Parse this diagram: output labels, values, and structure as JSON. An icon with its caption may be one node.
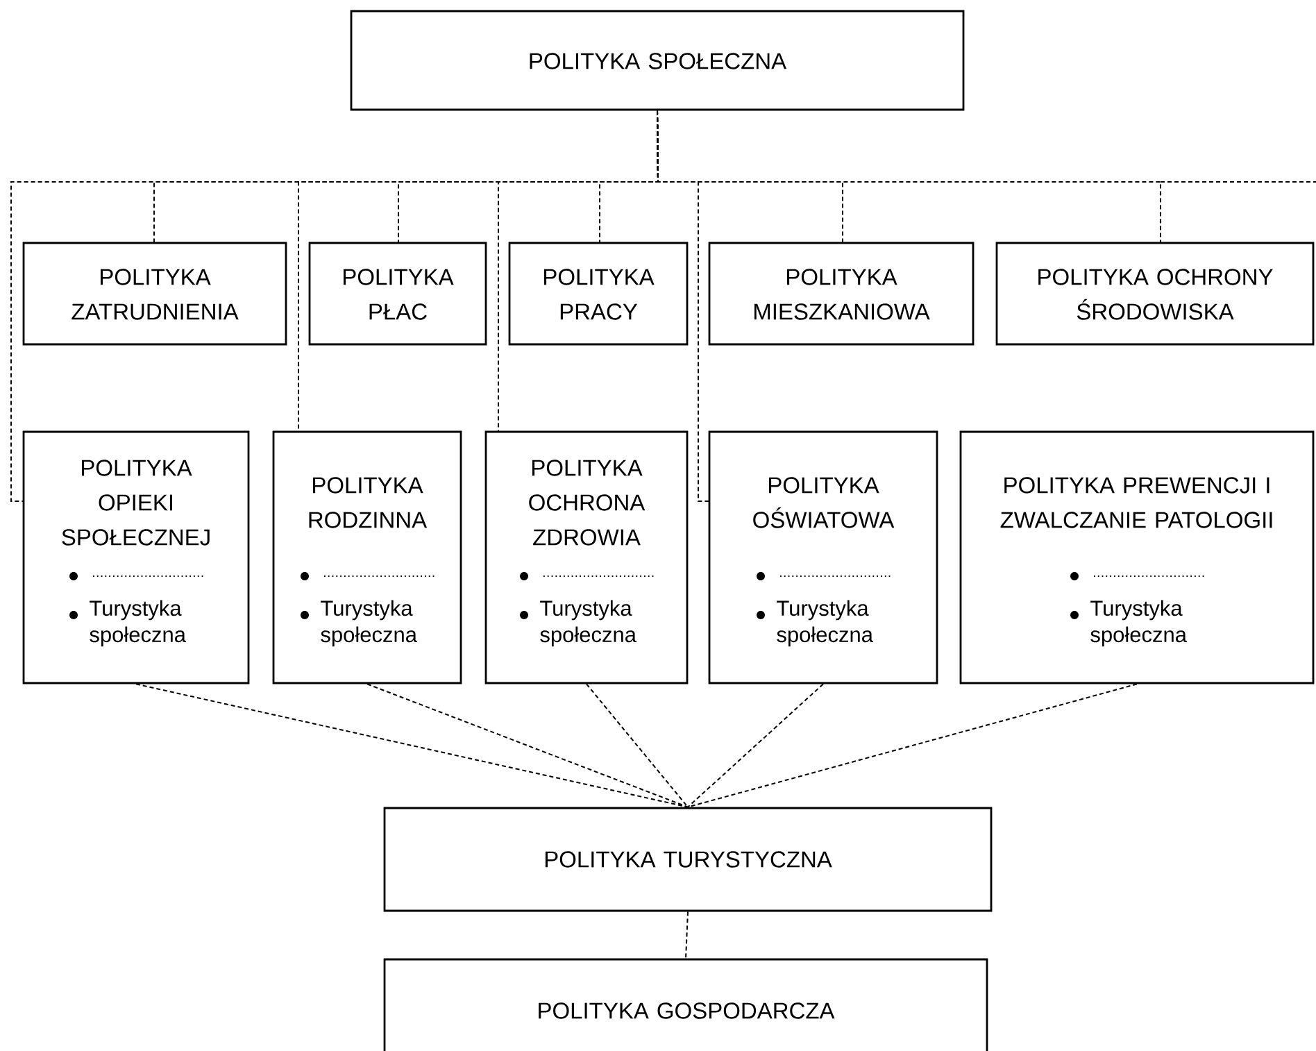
{
  "diagram": {
    "nodes": [
      {
        "text": [
          "POLITYKA SPOŁECZNA"
        ]
      },
      {
        "text": [
          "POLITYKA ZATRUDNIENIA"
        ]
      },
      {
        "text": [
          "POLITYKA PŁAC"
        ]
      },
      {
        "text": [
          "POLITYKA PRACY"
        ]
      },
      {
        "text": [
          "POLITYKA MIESZKANIOWA"
        ]
      },
      {
        "text": [
          "POLITYKA OCHRONY ŚRODOWISKA"
        ]
      },
      {
        "text": [
          "POLITYKA OPIEKI SPOŁECZNEJ",
          "Turystyka społeczna"
        ]
      },
      {
        "text": [
          "POLITYKA RODZINNA",
          "Turystyka społeczna"
        ]
      },
      {
        "text": [
          "POLITYKA OCHRONA ZDROWIA",
          "Turystyka społeczna"
        ]
      },
      {
        "text": [
          "POLITYKA OŚWIATOWA",
          "Turystyka społeczna"
        ]
      },
      {
        "text": [
          "POLITYKA PREWENCJI I ZWALCZANIE PATOLOGII",
          "Turystyka społeczna"
        ]
      },
      {
        "text": [
          "POLITYKA TURYSTYCZNA"
        ]
      },
      {
        "text": [
          "POLITYKA GOSPODARCZA"
        ]
      }
    ],
    "edges": [
      {
        "from": 0,
        "to": 1,
        "arrow": "none",
        "style": "dashed"
      },
      {
        "from": 0,
        "to": 2,
        "arrow": "none",
        "style": "dashed"
      },
      {
        "from": 0,
        "to": 3,
        "arrow": "none",
        "style": "dashed"
      },
      {
        "from": 0,
        "to": 4,
        "arrow": "none",
        "style": "dashed"
      },
      {
        "from": 0,
        "to": 5,
        "arrow": "none",
        "style": "dashed"
      },
      {
        "from": 0,
        "to": 6,
        "arrow": "none",
        "style": "dashed"
      },
      {
        "from": 0,
        "to": 7,
        "arrow": "none",
        "style": "dashed"
      },
      {
        "from": 0,
        "to": 8,
        "arrow": "none",
        "style": "dashed"
      },
      {
        "from": 0,
        "to": 9,
        "arrow": "none",
        "style": "dashed"
      },
      {
        "from": 6,
        "to": 11,
        "arrow": "none",
        "style": "dashed"
      },
      {
        "from": 7,
        "to": 11,
        "arrow": "none",
        "style": "dashed"
      },
      {
        "from": 8,
        "to": 11,
        "arrow": "none",
        "style": "dashed"
      },
      {
        "from": 9,
        "to": 11,
        "arrow": "none",
        "style": "dashed"
      },
      {
        "from": 10,
        "to": 11,
        "arrow": "none",
        "style": "dashed"
      },
      {
        "from": 11,
        "to": 12,
        "arrow": "none",
        "style": "dashed"
      }
    ]
  }
}
